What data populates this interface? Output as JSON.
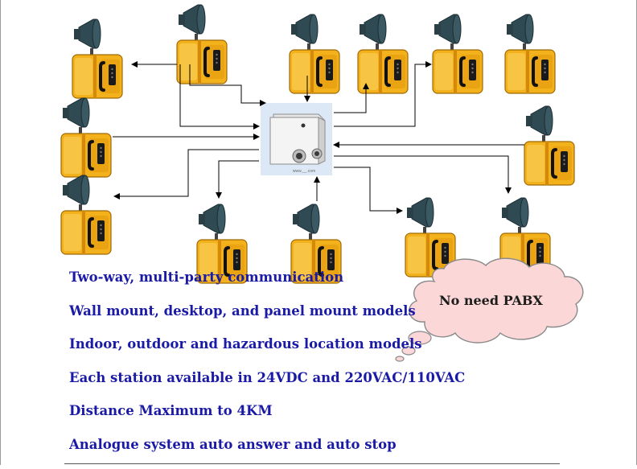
{
  "features": [
    "Two-way, multi-party communication",
    "Wall mount, desktop, and panel mount models",
    "Indoor, outdoor and hazardous location models",
    "Each station available in 24VDC and 220VAC/110VAC",
    "Distance Maximum to 4KM",
    "Analogue system auto answer and auto stop"
  ],
  "callout": "No need PABX",
  "controller_label": "www.__.com",
  "colors": {
    "phone_body": "#f3b21b",
    "phone_shade": "#d4890a",
    "horn": "#2f4a52",
    "text_blue": "#1a1aa6",
    "cloud_fill": "#fbd7d7",
    "cloud_stroke": "#8a8a8a",
    "controller_bg": "#dde8f6"
  },
  "icons": {
    "station": "horn-phone-icon",
    "controller": "junction-box-icon"
  }
}
